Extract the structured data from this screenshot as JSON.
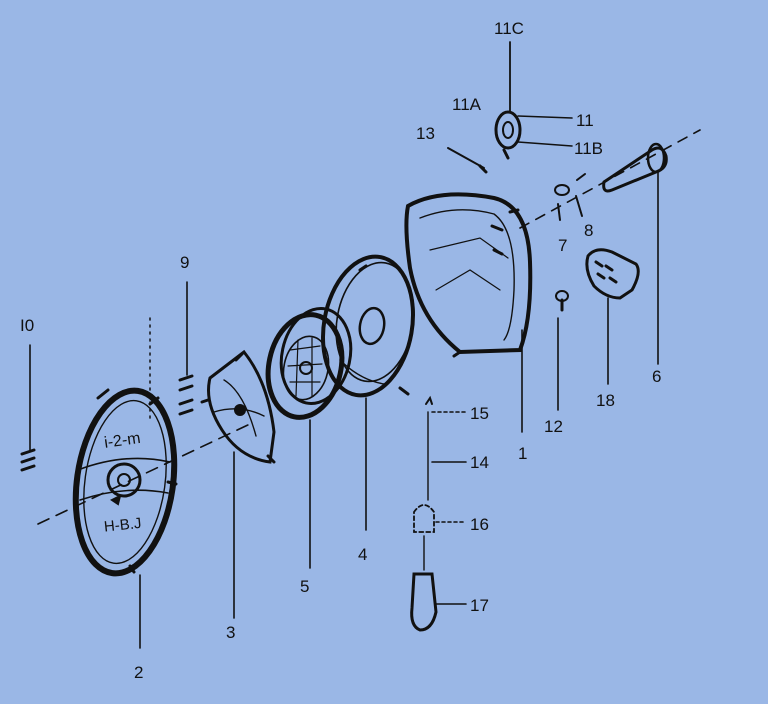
{
  "background": "#9ab7e6",
  "ink": "#111111",
  "labels": {
    "l1": "1",
    "l2": "2",
    "l3": "3",
    "l4": "4",
    "l5": "5",
    "l6": "6",
    "l7": "7",
    "l8": "8",
    "l9": "9",
    "l10": "I0",
    "l11": "11",
    "l11a": "11A",
    "l11b": "11B",
    "l11c": "11C",
    "l12": "12",
    "l13": "13",
    "l14": "14",
    "l15": "15",
    "l16": "16",
    "l17": "17",
    "l18": "18"
  },
  "cover_markings": {
    "top": "i-2-m",
    "bottom": "H-B.J"
  }
}
